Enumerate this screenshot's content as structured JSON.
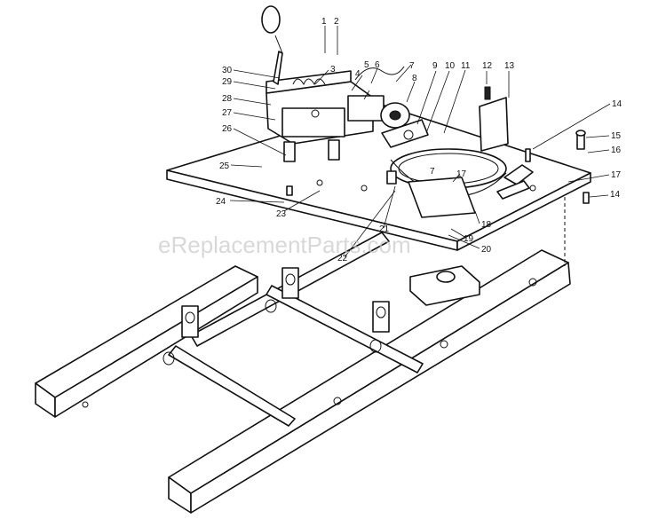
{
  "watermark": "eReplacementParts.com",
  "callouts": [
    "1",
    "2",
    "3",
    "4",
    "5",
    "6",
    "7",
    "8",
    "9",
    "10",
    "11",
    "12",
    "13",
    "14",
    "15",
    "16",
    "17",
    "14",
    "17",
    "18",
    "19",
    "20",
    "21",
    "22",
    "23",
    "24",
    "25",
    "26",
    "27",
    "28",
    "29",
    "30",
    "7"
  ]
}
